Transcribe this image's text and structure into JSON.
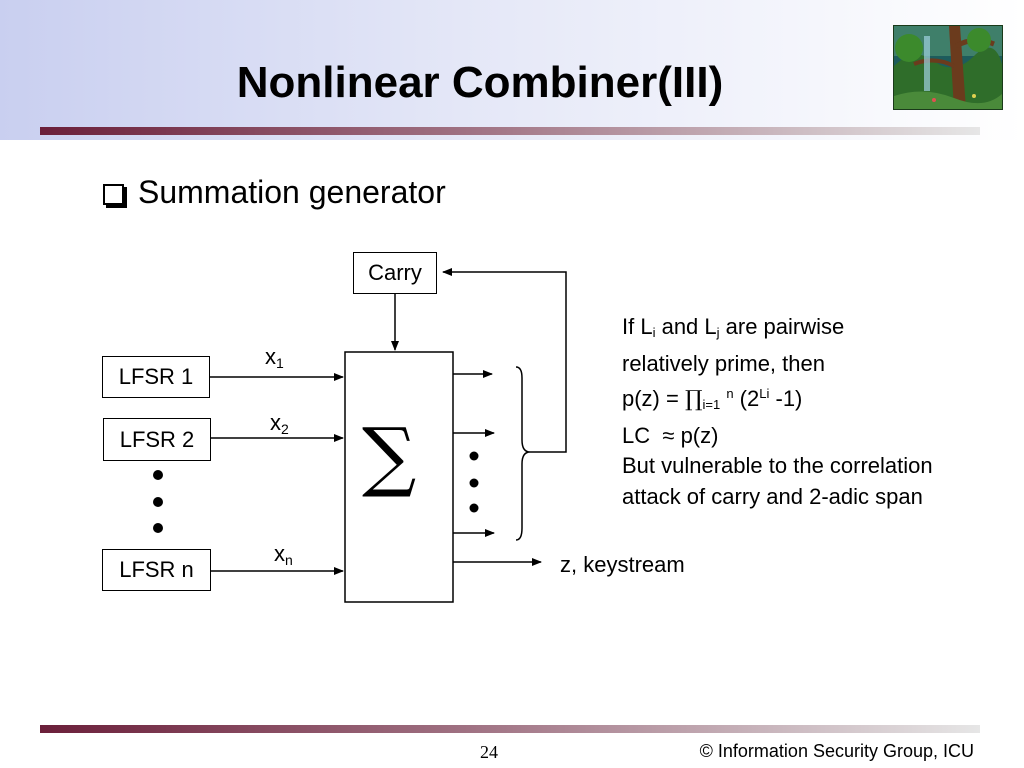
{
  "slide": {
    "title": "Nonlinear Combiner(III)",
    "bullet": "Summation generator",
    "page_number": "24",
    "copyright": "© Information Security Group, ICU"
  },
  "diagram": {
    "carry": "Carry",
    "sum_symbol": "∑",
    "lfsr1": "LFSR 1",
    "lfsr2": "LFSR 2",
    "lfsrn": "LFSR n",
    "x_base": "x",
    "x1_sub": "1",
    "x2_sub": "2",
    "xn_sub": "n",
    "output": "z, keystream"
  },
  "note": {
    "line1_a": "If L",
    "line1_sub_i": "i",
    "line1_b": " and L",
    "line1_sub_j": "j",
    "line1_c": " are pairwise",
    "line2": "relatively prime, then",
    "line3_a": "p(z) = ",
    "line3_pi": "∏",
    "line3_sub": "i=1",
    "line3_sup_n": "n",
    "line3_b": " (2",
    "line3_sup_li": "Li",
    "line3_c": " -1)",
    "line4_a": "LC ",
    "line4_approx": "≈",
    "line4_b": " p(z)",
    "line5": "But vulnerable to the correlation",
    "line6": "attack of carry and 2-adic span"
  },
  "colors": {
    "bar_dark": "#6b1f3a",
    "header_wash": "#c9cff0"
  }
}
